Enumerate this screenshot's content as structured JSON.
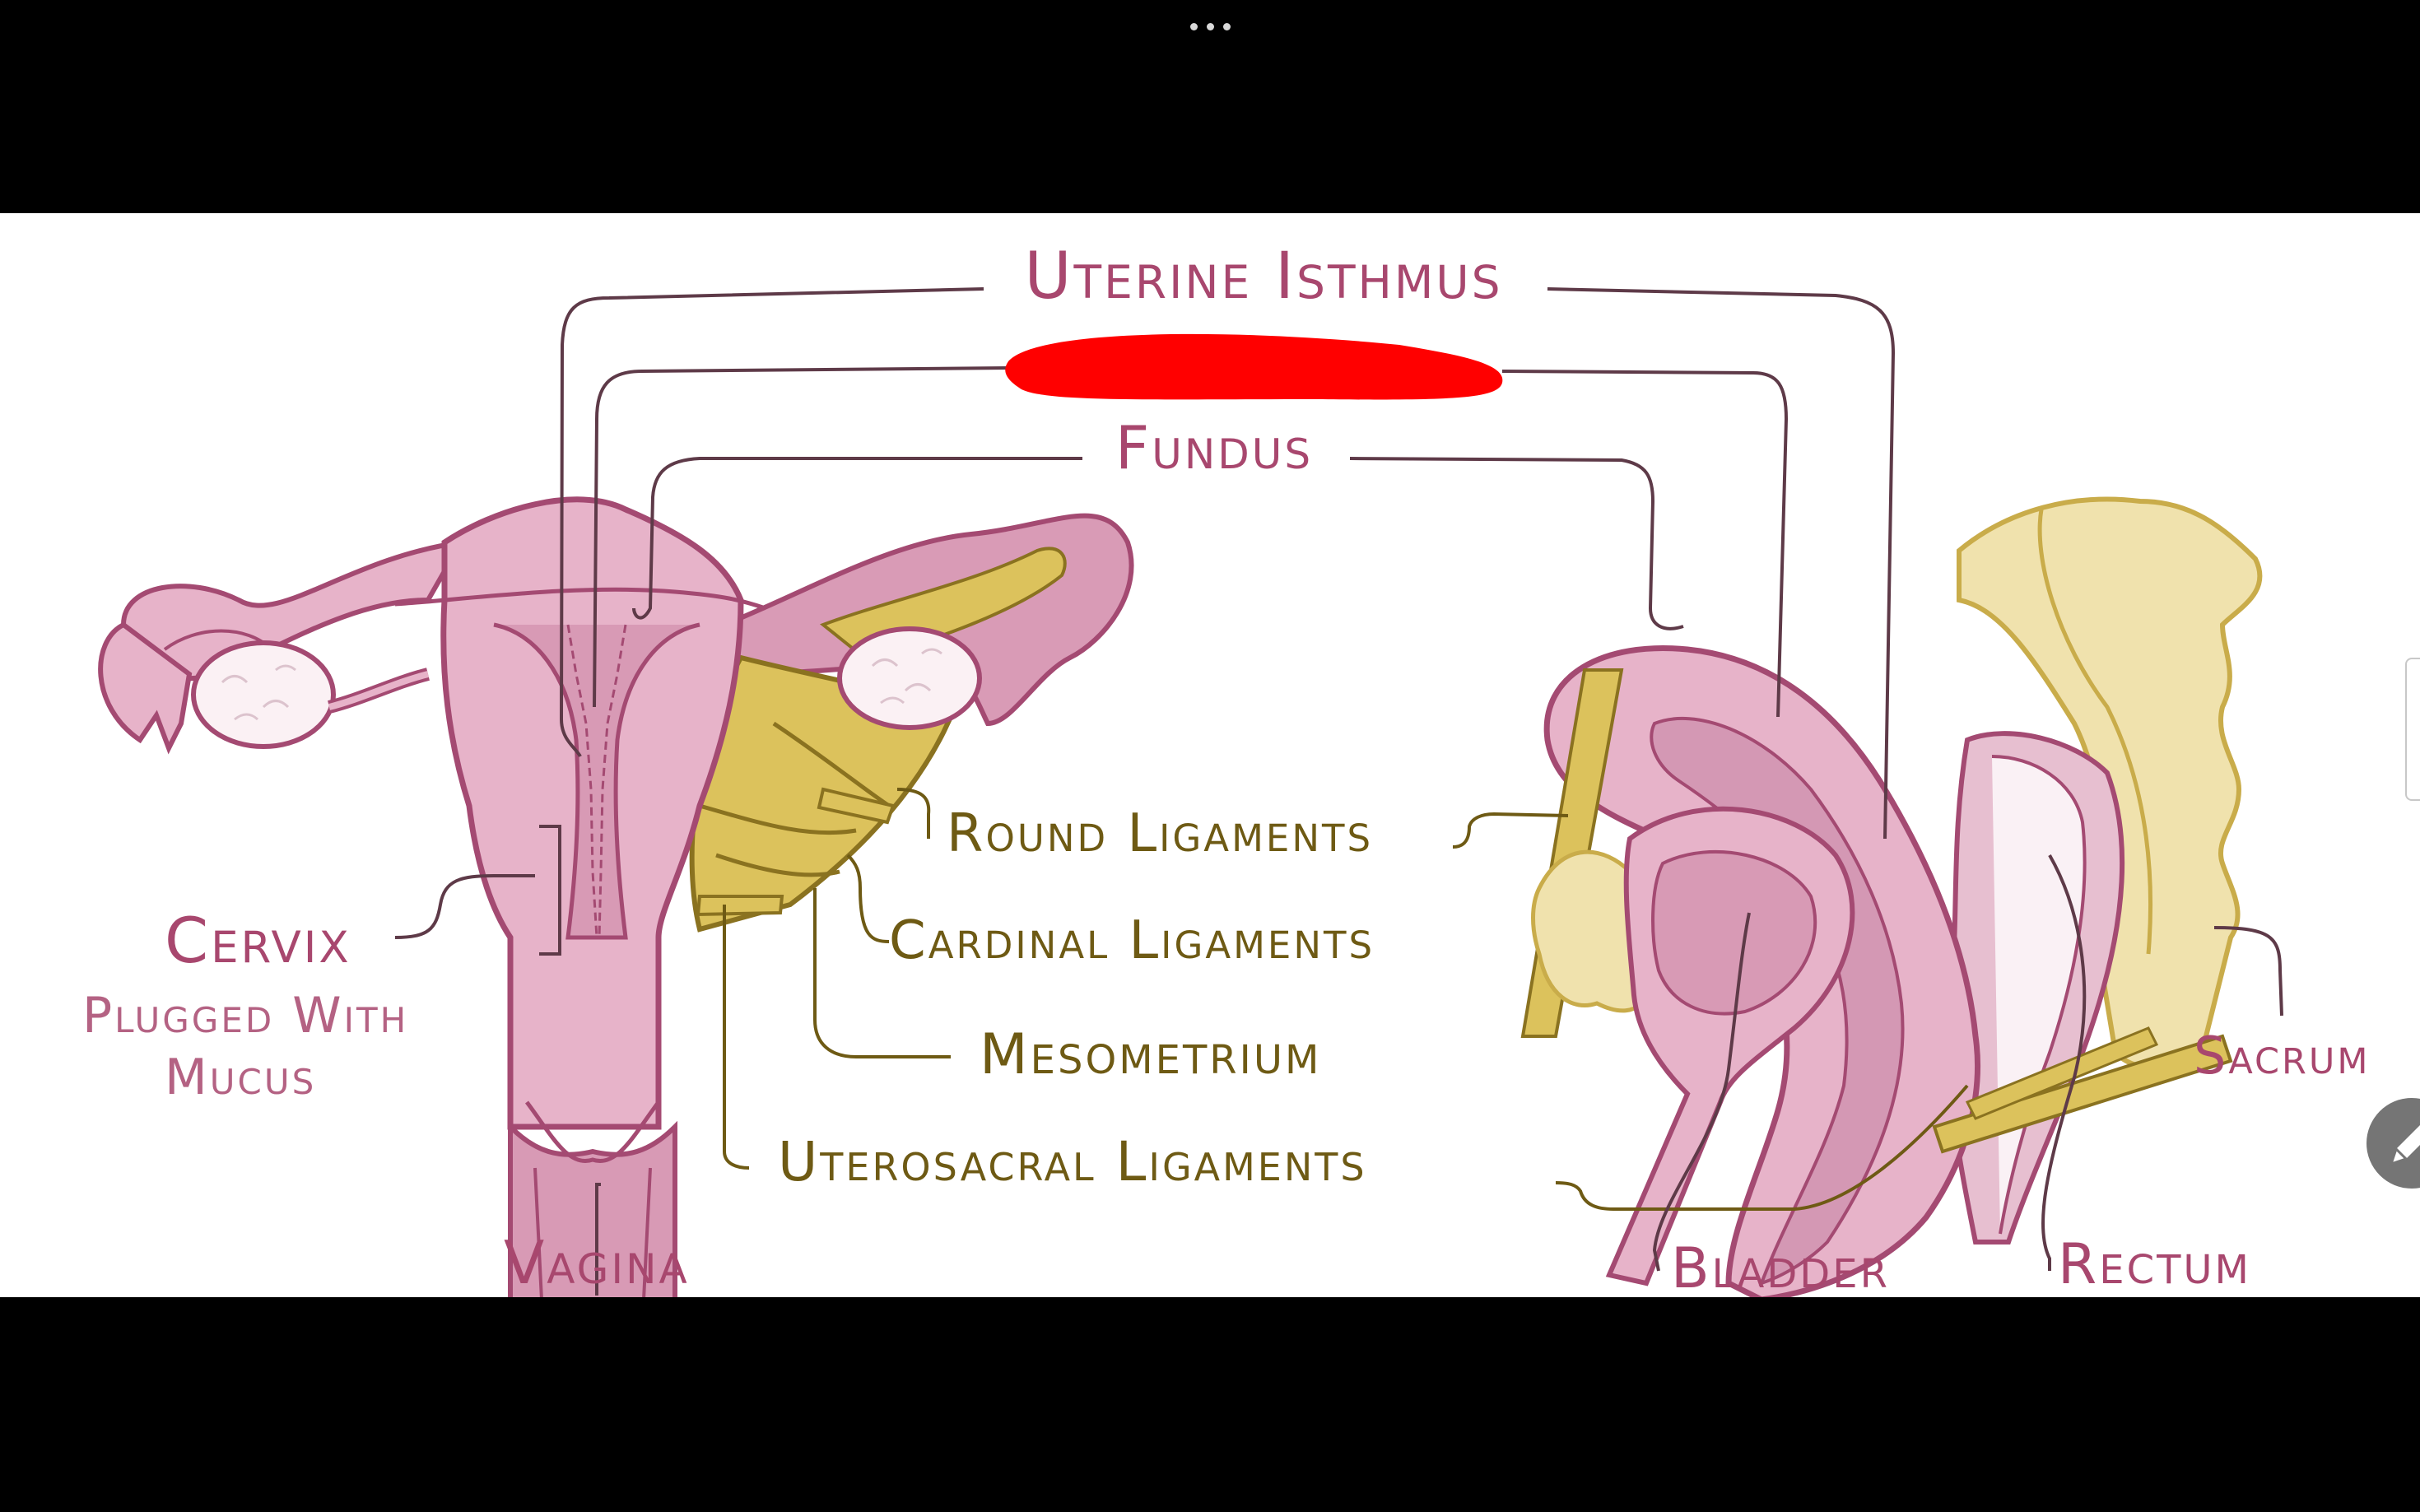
{
  "labels": {
    "uterine_isthmus": "Uterine Isthmus",
    "fundus": "Fundus",
    "round_ligaments": "Round Ligaments",
    "cardinal_ligaments": "Cardinal Ligaments",
    "mesometrium": "Mesometrium",
    "uterosacral_ligaments": "Uterosacral Ligaments",
    "cervix": "Cervix",
    "cervix_note_line1": "Plugged With",
    "cervix_note_line2": "Mucus",
    "vagina": "Vagina",
    "bladder": "Bladder",
    "rectum": "Rectum",
    "sacrum": "Sacrum"
  },
  "icons": {
    "more": "more-dots-icon",
    "edit": "pencil-icon"
  },
  "colors": {
    "background": "#ffffff",
    "frame": "#000000",
    "uterus": "#e7b3c9",
    "uterus_outline": "#a44a72",
    "ligament": "#d8bf5a",
    "ligament_outline": "#8a7220",
    "label_pink": "#a8476e",
    "label_gold": "#6e5a14",
    "redaction": "#ff0000",
    "leader_line": "#5e3a48"
  }
}
